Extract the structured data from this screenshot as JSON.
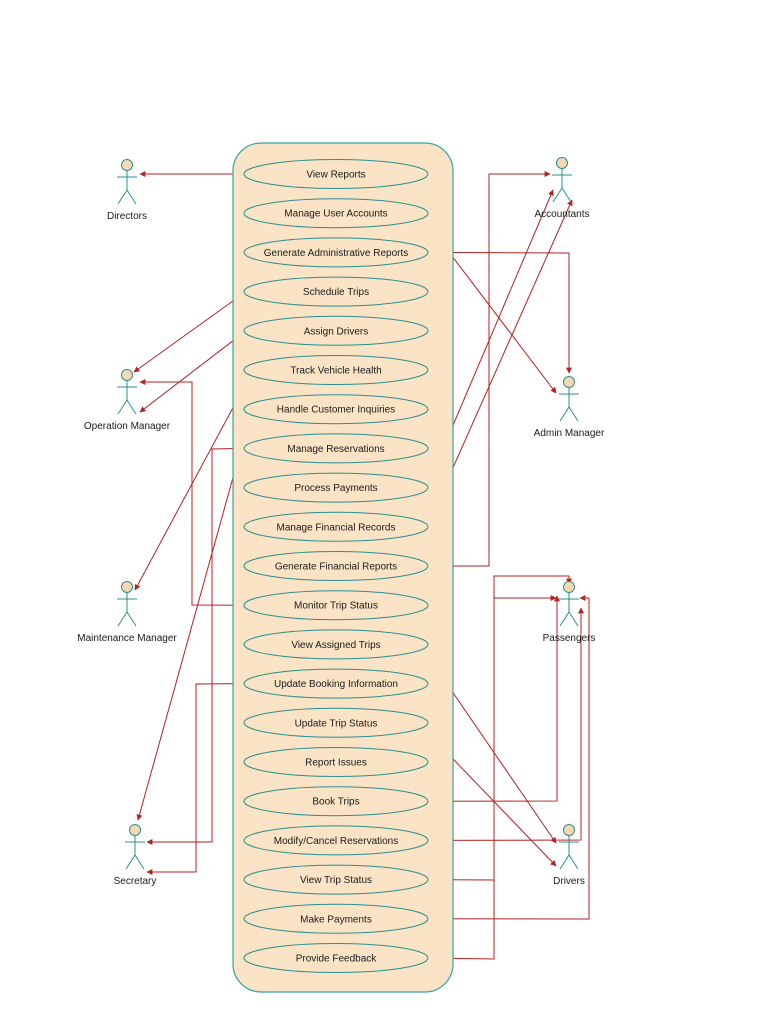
{
  "colors": {
    "system_fill": "#fbe3c5",
    "system_stroke": "#3aa3a3",
    "usecase_fill": "#fbe3c5",
    "usecase_stroke": "#2a8f8f",
    "actor_head": "#f6d9b3",
    "actor_stroke": "#2a8f8f",
    "edge": "#b22222"
  },
  "usecases": [
    {
      "id": "view-reports",
      "label": "View Reports"
    },
    {
      "id": "manage-user-accounts",
      "label": "Manage User Accounts"
    },
    {
      "id": "generate-admin-reports",
      "label": "Generate Administrative Reports"
    },
    {
      "id": "schedule-trips",
      "label": "Schedule Trips"
    },
    {
      "id": "assign-drivers",
      "label": "Assign Drivers"
    },
    {
      "id": "track-vehicle-health",
      "label": "Track Vehicle Health"
    },
    {
      "id": "handle-customer-inquiries",
      "label": "Handle Customer Inquiries"
    },
    {
      "id": "manage-reservations",
      "label": "Manage Reservations"
    },
    {
      "id": "process-payments",
      "label": "Process Payments"
    },
    {
      "id": "manage-financial-records",
      "label": "Manage Financial Records"
    },
    {
      "id": "generate-financial-reports",
      "label": "Generate Financial Reports"
    },
    {
      "id": "monitor-trip-status",
      "label": "Monitor Trip Status"
    },
    {
      "id": "view-assigned-trips",
      "label": "View Assigned Trips"
    },
    {
      "id": "update-booking-information",
      "label": "Update Booking Information"
    },
    {
      "id": "update-trip-status",
      "label": "Update Trip Status"
    },
    {
      "id": "report-issues",
      "label": "Report Issues"
    },
    {
      "id": "book-trips",
      "label": "Book Trips"
    },
    {
      "id": "modify-cancel-reservations",
      "label": "Modify/Cancel Reservations"
    },
    {
      "id": "view-trip-status",
      "label": "View Trip Status"
    },
    {
      "id": "make-payments",
      "label": "Make Payments"
    },
    {
      "id": "provide-feedback",
      "label": "Provide Feedback"
    }
  ],
  "actors": [
    {
      "id": "directors",
      "label": "Directors"
    },
    {
      "id": "operation-manager",
      "label": "Operation Manager"
    },
    {
      "id": "maintenance-manager",
      "label": "Maintenance Manager"
    },
    {
      "id": "secretary",
      "label": "Secretary"
    },
    {
      "id": "accountants",
      "label": "Accountants"
    },
    {
      "id": "admin-manager",
      "label": "Admin Manager"
    },
    {
      "id": "passengers",
      "label": "Passengers"
    },
    {
      "id": "drivers",
      "label": "Drivers"
    }
  ]
}
